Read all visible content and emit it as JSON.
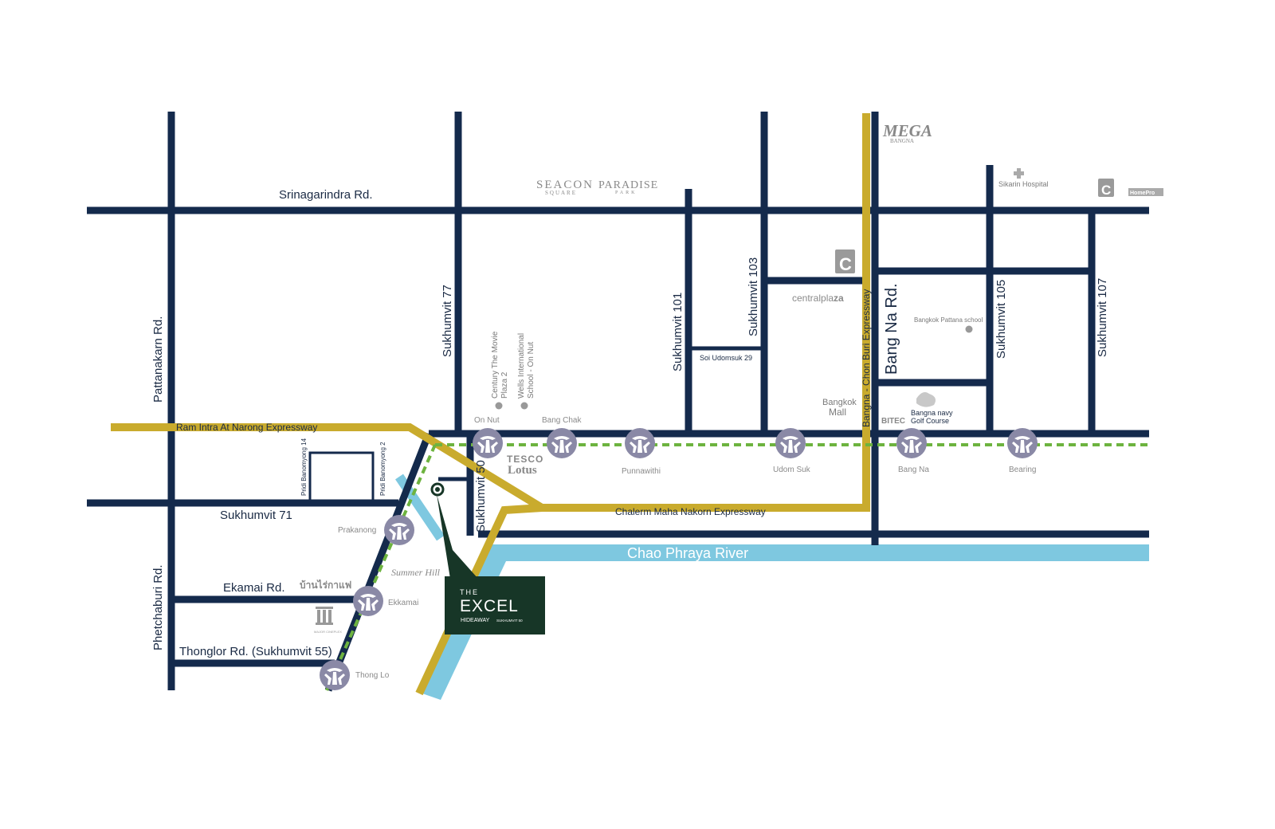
{
  "roads": {
    "srinagarindra": "Srinagarindra Rd.",
    "pattanakarn": "Pattanakarn Rd.",
    "phetchaburi": "Phetchaburi Rd.",
    "sukhumvit71": "Sukhumvit 71",
    "ekamai": "Ekamai Rd.",
    "thonglor": "Thonglor Rd. (Sukhumvit 55)",
    "sukhumvit77": "Sukhumvit 77",
    "sukhumvit50": "Sukhumvit 50",
    "sukhumvit101": "Sukhumvit 101",
    "sukhumvit103": "Sukhumvit 103",
    "soi_udomsuk29": "Soi Udomsuk 29",
    "bangna_chonburi": "Bangna - Chon Buri Expressway",
    "bangna_rd": "Bang Na Rd.",
    "sukhumvit105": "Sukhumvit 105",
    "sukhumvit107": "Sukhumvit 107",
    "pridi14": "Pridi Banomyong 14",
    "pridi2": "Pridi Banomyong 2",
    "ram_intra": "Ram Intra At Narong Expressway",
    "chalerm": "Chalerm Maha Nakorn Expressway",
    "river": "Chao Phraya River"
  },
  "stations": {
    "on_nut": "On Nut",
    "bang_chak": "Bang Chak",
    "punnawithi": "Punnawithi",
    "udom_suk": "Udom Suk",
    "bang_na": "Bang Na",
    "bearing": "Bearing",
    "prakanong": "Prakanong",
    "ekkamai": "Ekkamai",
    "thong_lo": "Thong Lo"
  },
  "places": {
    "century": [
      "Century The Movie",
      "Plaza 2"
    ],
    "wells": [
      "Wells International",
      "School - On Nut"
    ],
    "bangkok_mall": [
      "Bangkok",
      "Mall"
    ],
    "bangna_navy": [
      "Bangna navy",
      "Golf Course"
    ],
    "bangkok_pattana": "Bangkok Pattana school",
    "sikarin": "Sikarin Hospital"
  },
  "logos": {
    "mega": "MEGA",
    "mega_sub": "BANGNA",
    "seacon": "SEACON",
    "seacon_sub": "SQUARE",
    "paradise": "PARADISE",
    "paradise_sub": "PARK",
    "central": "centralpla",
    "central_bold": "za",
    "bigc": "Big C",
    "tesco": "TESCO",
    "lotus": "Lotus",
    "bitec": "BITEC",
    "summer_hill": "Summer Hill",
    "thai_logo": "บ้านไร่กาแฟ",
    "major": "MAJOR CINEPLEX",
    "homepro": "HomePro"
  },
  "project": {
    "the": "THE",
    "name": "EXCEL",
    "sub1": "HIDEAWAY",
    "sub2": "SUKHUMVIT 50"
  },
  "colors": {
    "road": "#142a4c",
    "expressway": "#c9ab2d",
    "river": "#7ec8e0",
    "bts_line": "#6db33f",
    "station": "#8a89a6",
    "project_box": "#173627"
  },
  "icons": {
    "station": "bts-station-icon",
    "pin": "location-pin-icon",
    "dot": "poi-dot-icon",
    "hospital": "hospital-cross-icon",
    "golf": "golf-course-icon"
  }
}
